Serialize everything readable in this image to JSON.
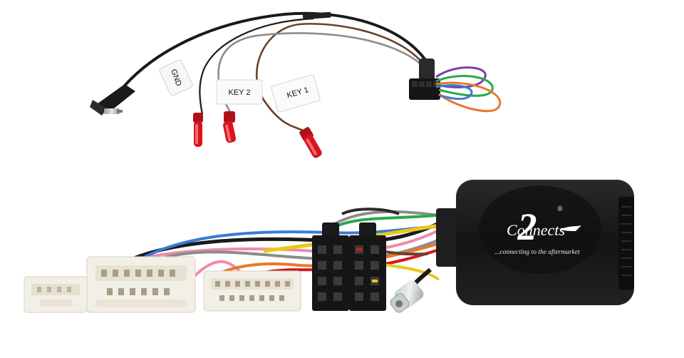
{
  "labels": {
    "gnd": "GND",
    "key2": "KEY 2",
    "key1": "KEY 1"
  },
  "logo": {
    "brand_word": "Connects",
    "brand_numeral": "2",
    "registered_mark": "®",
    "tagline": "...connecting to the aftermarket"
  },
  "colors": {
    "background": "#ffffff",
    "wire_black": "#1a1a1a",
    "wire_brown": "#6b3f2a",
    "wire_grey": "#8c8c8c",
    "wire_purple": "#7a3fb0",
    "wire_green": "#2aa84a",
    "wire_orange": "#e8782a",
    "wire_blue": "#3a7bd5",
    "wire_yellow": "#e8c81a",
    "wire_pink": "#f08aa8",
    "wire_red": "#d01820",
    "connector_red": "#d8141e",
    "connector_white": "#f2efe6",
    "module_black": "#1b1b1b"
  }
}
